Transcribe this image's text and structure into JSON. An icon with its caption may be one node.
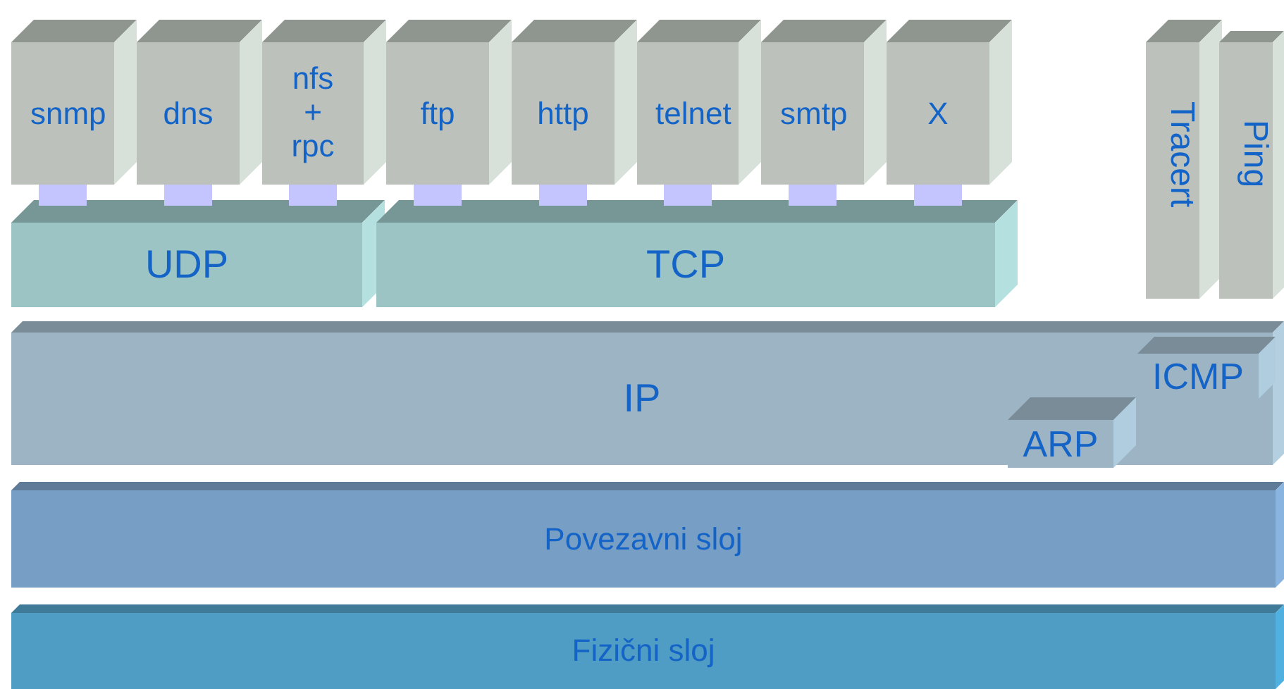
{
  "diagram": {
    "nodes": [
      {
        "text": [
          "snmp"
        ]
      },
      {
        "text": [
          "dns"
        ]
      },
      {
        "text": [
          "nfs + rpc"
        ]
      },
      {
        "text": [
          "ftp"
        ]
      },
      {
        "text": [
          "http"
        ]
      },
      {
        "text": [
          "telnet"
        ]
      },
      {
        "text": [
          "smtp"
        ]
      },
      {
        "text": [
          "X"
        ]
      },
      {
        "text": [
          "Tracert"
        ]
      },
      {
        "text": [
          "Ping"
        ]
      },
      {
        "text": [
          "UDP"
        ]
      },
      {
        "text": [
          "TCP"
        ]
      },
      {
        "text": [
          "IP"
        ]
      },
      {
        "text": [
          "ICMP"
        ],
        "in": 12
      },
      {
        "text": [
          "ARP"
        ],
        "in": 12
      },
      {
        "text": [
          "Povezavni sloj"
        ]
      },
      {
        "text": [
          "Fizični sloj"
        ]
      }
    ],
    "edges": [
      {
        "from": 0,
        "to": 10,
        "arrow": "none"
      },
      {
        "from": 1,
        "to": 10,
        "arrow": "none"
      },
      {
        "from": 2,
        "to": 10,
        "arrow": "none"
      },
      {
        "from": 3,
        "to": 11,
        "arrow": "none"
      },
      {
        "from": 4,
        "to": 11,
        "arrow": "none"
      },
      {
        "from": 5,
        "to": 11,
        "arrow": "none"
      },
      {
        "from": 6,
        "to": 11,
        "arrow": "none"
      },
      {
        "from": 7,
        "to": 11,
        "arrow": "none"
      }
    ]
  }
}
